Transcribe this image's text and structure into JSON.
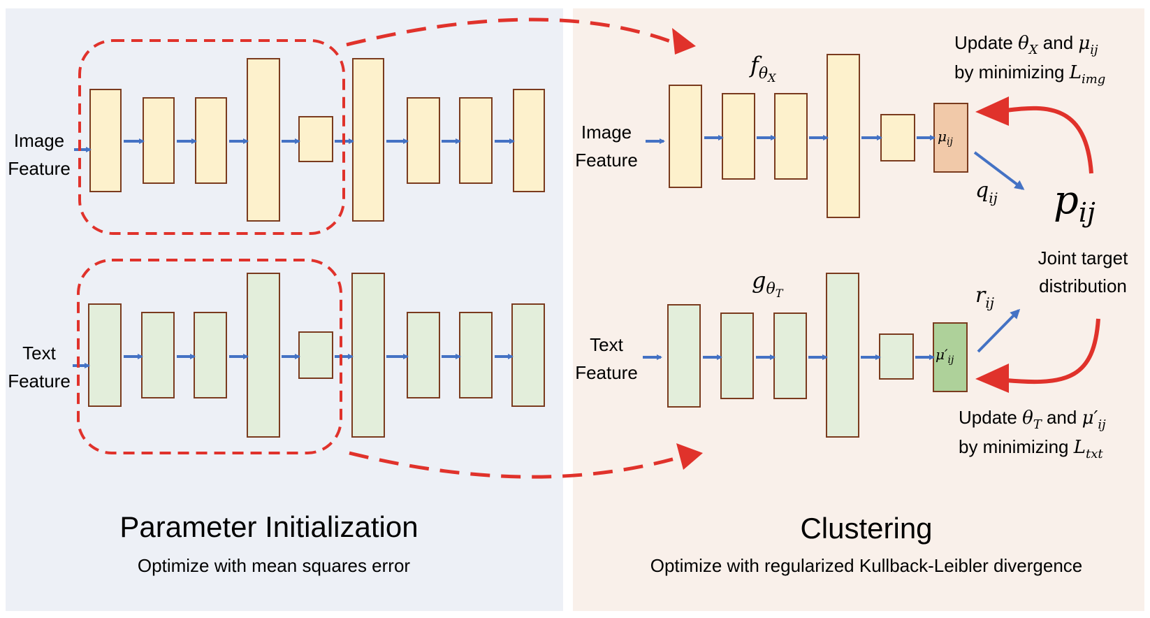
{
  "colors": {
    "left_panel": "#edf0f6",
    "right_panel": "#f9f0ea",
    "image_block_fill": "#fdf1cc",
    "image_block_stroke": "#7a3b1e",
    "text_block_fill": "#e3eedb",
    "text_block_stroke": "#7a3b1e",
    "mu_fill": "#f1c9a9",
    "mu_prime_fill": "#aed19a",
    "blue_arrow": "#4472c4",
    "red": "#e0322b"
  },
  "left": {
    "image_input": [
      "Image",
      "Feature"
    ],
    "text_input": [
      "Text",
      "Feature"
    ],
    "title": "Parameter Initialization",
    "subtitle": "Optimize with mean squares error"
  },
  "right": {
    "image_input": [
      "Image",
      "Feature"
    ],
    "text_input": [
      "Text",
      "Feature"
    ],
    "f_label": {
      "base": "f",
      "sub": "θ",
      "subsub": "X"
    },
    "g_label": {
      "base": "g",
      "sub": "θ",
      "subsub": "T"
    },
    "mu_label": {
      "base": "μ",
      "sub": "ij"
    },
    "mu_prime_label": {
      "base": "μ′",
      "sub": "ij"
    },
    "q_label": {
      "base": "q",
      "sub": "ij"
    },
    "r_label": {
      "base": "r",
      "sub": "ij"
    },
    "p_label": {
      "base": "p",
      "sub": "ij"
    },
    "update_image": {
      "line1_pre": "Update ",
      "theta": "θ",
      "theta_sub": "X",
      "line1_mid": " and ",
      "mu": "μ",
      "mu_sub": "ij",
      "line2_pre": "by minimizing ",
      "loss": "L",
      "loss_sub": "img"
    },
    "update_text": {
      "line1_pre": "Update ",
      "theta": "θ",
      "theta_sub": "T",
      "line1_mid": " and ",
      "mu": "μ′",
      "mu_sub": "ij",
      "line2_pre": "by minimizing ",
      "loss": "L",
      "loss_sub": "txt"
    },
    "joint": [
      "Joint target",
      "distribution"
    ],
    "title": "Clustering",
    "subtitle": "Optimize with regularized Kullback-Leibler divergence"
  }
}
